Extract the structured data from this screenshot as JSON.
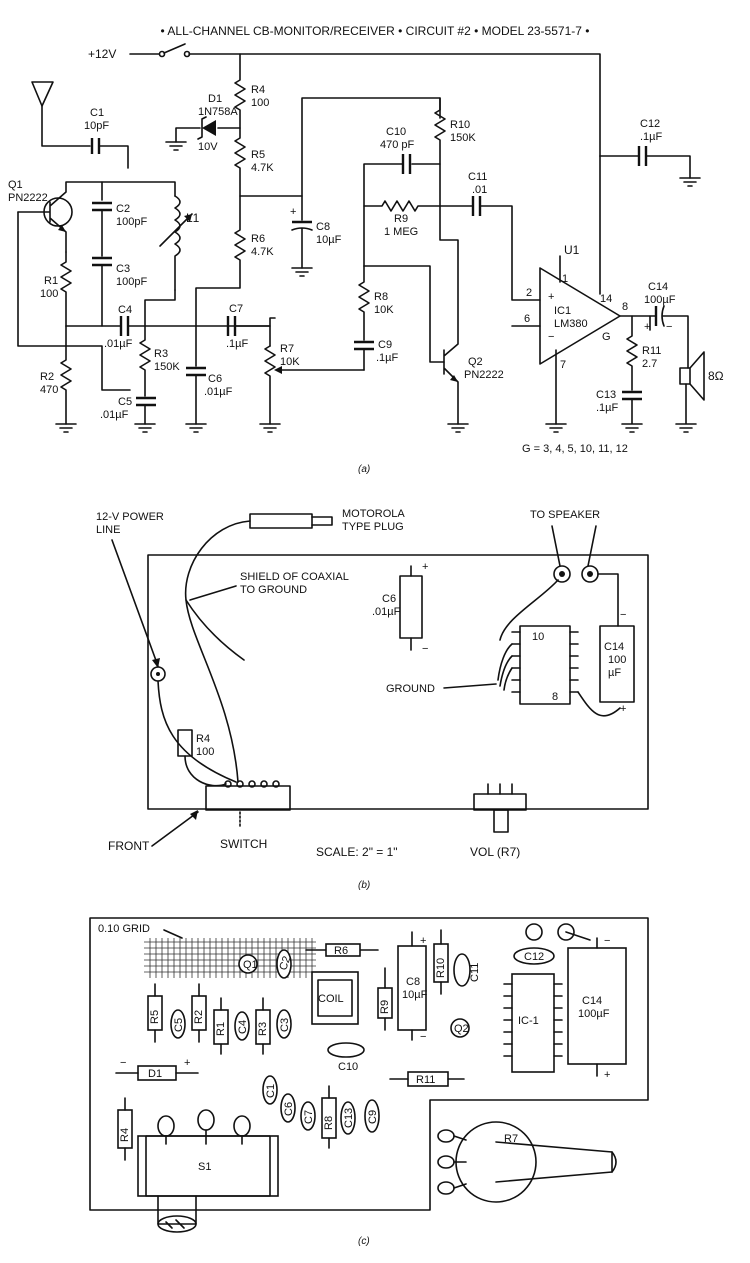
{
  "title": "• ALL-CHANNEL CB-MONITOR/RECEIVER • CIRCUIT #2 • MODEL 23-5571-7 •",
  "schematic": {
    "supply": "+12V",
    "q1_ref": "Q1",
    "q1_type": "PN2222",
    "d1_ref": "D1",
    "d1_type": "1N758A",
    "d1_value": "10V",
    "c1_ref": "C1",
    "c1_value": "10pF",
    "c2_ref": "C2",
    "c2_value": "100pF",
    "c3_ref": "C3",
    "c3_value": "100pF",
    "c4_ref": "C4",
    "c4_value": ".01µF",
    "c5_ref": "C5",
    "c5_value": ".01µF",
    "c6_ref": "C6",
    "c6_value": ".01µF",
    "c7_ref": "C7",
    "c7_value": ".1µF",
    "c8_ref": "C8",
    "c8_value": "10µF",
    "c9_ref": "C9",
    "c9_value": ".1µF",
    "c10_ref": "C10",
    "c10_value": "470 pF",
    "c11_ref": "C11",
    "c11_value": ".01",
    "c12_ref": "C12",
    "c12_value": ".1µF",
    "c13_ref": "C13",
    "c13_value": ".1µF",
    "c14_ref": "C14",
    "c14_value": "100µF",
    "r1_ref": "R1",
    "r1_value": "100",
    "r2_ref": "R2",
    "r2_value": "470",
    "r3_ref": "R3",
    "r3_value": "150K",
    "r4_ref": "R4",
    "r4_value": "100",
    "r5_ref": "R5",
    "r5_value": "4.7K",
    "r6_ref": "R6",
    "r6_value": "4.7K",
    "r7_ref": "R7",
    "r7_value": "10K",
    "r8_ref": "R8",
    "r8_value": "10K",
    "r9_ref": "R9",
    "r9_value": "1 MEG",
    "r10_ref": "R10",
    "r10_value": "150K",
    "r11_ref": "R11",
    "r11_value": "2.7",
    "l1_ref": "L1",
    "q2_ref": "Q2",
    "q2_type": "PN2222",
    "u1_ref": "U1",
    "ic1_ref": "IC1",
    "ic1_type": "LM380",
    "pin_1": "1",
    "pin_2": "2",
    "pin_6": "6",
    "pin_7": "7",
    "pin_8": "8",
    "pin_14": "14",
    "pin_g": "G",
    "plus": "+",
    "minus": "−",
    "speaker": "8Ω",
    "ground_note": "G = 3, 4, 5, 10, 11, 12",
    "caption": "(a)"
  },
  "wiring": {
    "power_line": [
      "12-V POWER",
      "LINE"
    ],
    "plug": [
      "MOTOROLA",
      "TYPE PLUG"
    ],
    "shield": [
      "SHIELD OF COAXIAL",
      "TO GROUND"
    ],
    "to_speaker": "TO SPEAKER",
    "c6_ref": "C6",
    "c6_value": ".01µF",
    "c14_ref": "C14",
    "c14_value": [
      "100",
      "µF"
    ],
    "ground": "GROUND",
    "pin_10": "10",
    "pin_8": "8",
    "r4_ref": "R4",
    "r4_value": "100",
    "front": "FRONT",
    "switch": "SWITCH",
    "scale": "SCALE: 2\" = 1\"",
    "vol": "VOL (R7)",
    "plus": "+",
    "minus": "−",
    "caption": "(b)"
  },
  "layout": {
    "grid": "0.10 GRID",
    "parts": [
      "Q1",
      "C2",
      "R6",
      "COIL",
      "R9",
      "C8",
      "10µF",
      "R10",
      "C11",
      "C12",
      "IC-1",
      "C14",
      "100µF",
      "R5",
      "C5",
      "R2",
      "R1",
      "C4",
      "R3",
      "C3",
      "C10",
      "Q2",
      "D1",
      "R11",
      "C1",
      "C6",
      "C7",
      "R8",
      "C13",
      "C9",
      "R4",
      "S1",
      "R7"
    ],
    "plus": "+",
    "minus": "−",
    "caption": "(c)"
  }
}
